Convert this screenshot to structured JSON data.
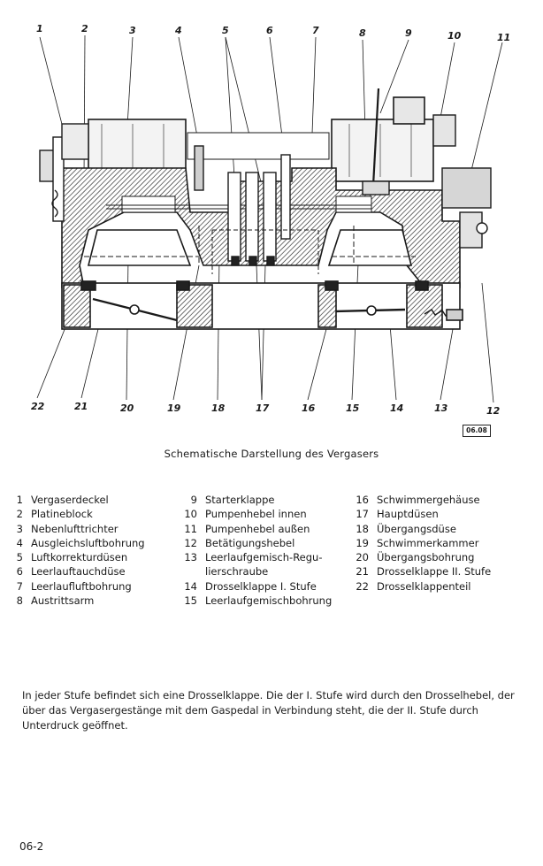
{
  "diagram": {
    "callouts_top": [
      "1",
      "2",
      "3",
      "4",
      "5",
      "6",
      "7",
      "8",
      "9",
      "10",
      "11"
    ],
    "callouts_bottom": [
      "22",
      "21",
      "20",
      "19",
      "18",
      "17",
      "16",
      "15",
      "14",
      "13",
      "12"
    ],
    "stamp": "06.08"
  },
  "caption": "Schematische Darstellung des Vergasers",
  "legend": {
    "col1": [
      {
        "n": "1",
        "t": "Vergaserdeckel"
      },
      {
        "n": "2",
        "t": "Platineblock"
      },
      {
        "n": "3",
        "t": "Nebenlufttrichter"
      },
      {
        "n": "4",
        "t": "Ausgleichsluftbohrung"
      },
      {
        "n": "5",
        "t": "Luftkorrekturdüsen"
      },
      {
        "n": "6",
        "t": "Leerlauftauchdüse"
      },
      {
        "n": "7",
        "t": "Leerlaufluftbohrung"
      },
      {
        "n": "8",
        "t": "Austrittsarm"
      }
    ],
    "col2": [
      {
        "n": "9",
        "t": "Starterklappe"
      },
      {
        "n": "10",
        "t": "Pumpenhebel innen"
      },
      {
        "n": "11",
        "t": "Pumpenhebel außen"
      },
      {
        "n": "12",
        "t": "Betätigungshebel"
      },
      {
        "n": "13",
        "t": "Leerlaufgemisch-Regu-"
      },
      {
        "n": "",
        "t": "lierschraube"
      },
      {
        "n": "14",
        "t": "Drosselklappe I. Stufe"
      },
      {
        "n": "15",
        "t": "Leerlaufgemischbohrung"
      }
    ],
    "col3": [
      {
        "n": "16",
        "t": "Schwimmergehäuse"
      },
      {
        "n": "17",
        "t": "Hauptdüsen"
      },
      {
        "n": "18",
        "t": "Übergangsdüse"
      },
      {
        "n": "19",
        "t": "Schwimmerkammer"
      },
      {
        "n": "20",
        "t": "Übergangsbohrung"
      },
      {
        "n": "21",
        "t": "Drosselklappe II. Stufe"
      },
      {
        "n": "22",
        "t": "Drosselklappenteil"
      }
    ]
  },
  "paragraph": "In jeder Stufe befindet sich eine Drosselklappe. Die der I. Stufe wird durch den Drosselhebel, der über das Vergasergestänge mit dem Gaspedal in Verbindung steht, die der II. Stufe durch Unterdruck geöffnet.",
  "footer": "06-2"
}
